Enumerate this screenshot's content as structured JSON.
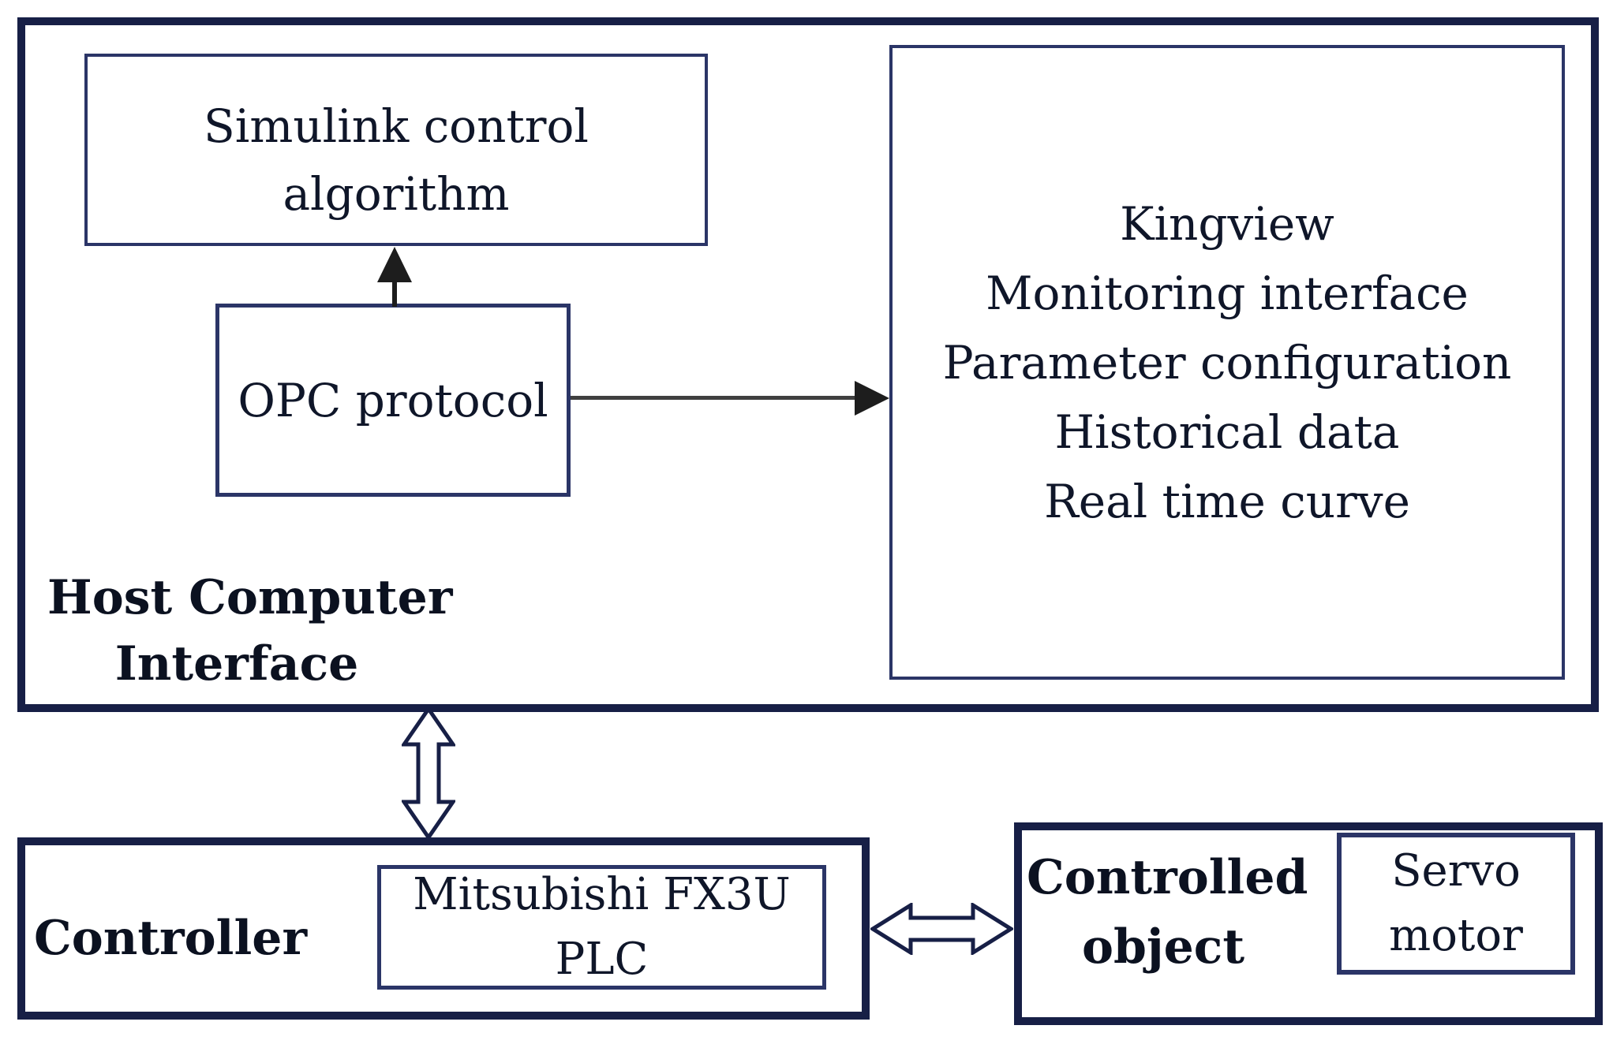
{
  "colors": {
    "border_dark_navy": "#171f46",
    "border_navy": "#2b3567",
    "text_dark": "#0f1629",
    "label_black": "#0b1120",
    "arrow_black": "#1d1d1d",
    "arrow_line": "#3f3f3f",
    "bg": "#ffffff"
  },
  "host_computer": {
    "label": [
      "Host Computer",
      "Interface"
    ],
    "simulink_box": [
      "Simulink control",
      "algorithm"
    ],
    "opc_box": [
      "OPC protocol"
    ],
    "kingview_box": [
      "Kingview",
      "Monitoring interface",
      "Parameter configuration",
      "Historical data",
      "Real time curve"
    ]
  },
  "controller": {
    "label": [
      "Controller"
    ],
    "plc_box": [
      "Mitsubishi FX3U",
      "PLC"
    ]
  },
  "controlled_object": {
    "label": [
      "Controlled",
      "object"
    ],
    "servo_box": [
      "Servo",
      "motor"
    ]
  }
}
